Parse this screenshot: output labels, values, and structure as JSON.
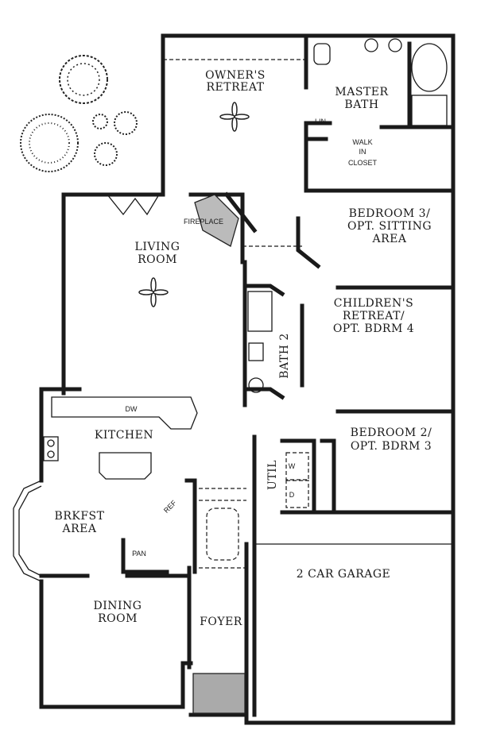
{
  "title": "Floor Plan",
  "rooms": {
    "owners_retreat": [
      "OWNER'S",
      "RETREAT"
    ],
    "master_bath": [
      "MASTER",
      "BATH"
    ],
    "linen": "LIN",
    "walk_in_closet": [
      "WALK",
      "IN",
      "CLOSET"
    ],
    "bedroom3": [
      "BEDROOM 3/",
      "OPT. SITTING",
      "AREA"
    ],
    "fireplace": "FIREPLACE",
    "living_room": [
      "LIVING",
      "ROOM"
    ],
    "childrens_retreat": [
      "CHILDREN'S",
      "RETREAT/",
      "OPT. BDRM 4"
    ],
    "bath2": "BATH 2",
    "kitchen": "KITCHEN",
    "dishwasher": "DW",
    "bedroom2": [
      "BEDROOM 2/",
      "OPT. BDRM 3"
    ],
    "utility": "UTIL",
    "washer": "W",
    "dryer": "D",
    "breakfast_area": [
      "BRKFST",
      "AREA"
    ],
    "refrigerator": "REF",
    "pantry": "PAN",
    "garage": "2 CAR GARAGE",
    "dining_room": [
      "DINING",
      "ROOM"
    ],
    "foyer": "FOYER"
  }
}
